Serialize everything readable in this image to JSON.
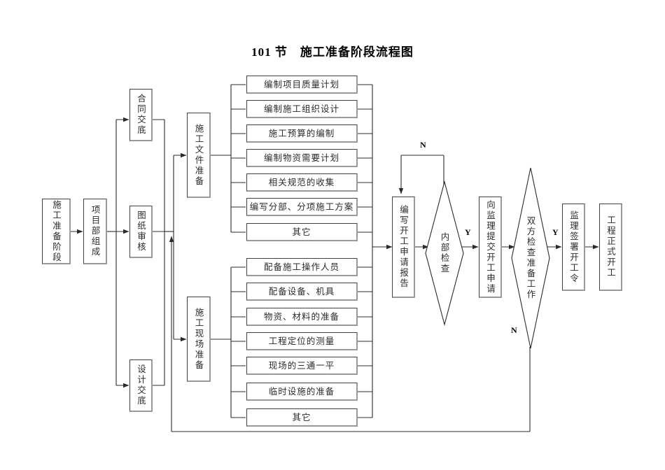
{
  "title": "101 节　施工准备阶段流程图",
  "nodes": {
    "start": "施工准备阶段",
    "team": "项目部组成",
    "contract": "合同交底",
    "drawing": "图纸审核",
    "design": "设计交底",
    "docprep": "施工文件准备",
    "siteprep": "施工现场准备",
    "apply": "编写开工申请报告",
    "internal_check": "内部检查",
    "submit": "向监理提交开工申请",
    "both_check": "双方检查准备工作",
    "sign": "监理签署开工令",
    "start_work": "工程正式开工"
  },
  "doc_items": [
    "编制项目质量计划",
    "编制施工组织设计",
    "施工预算的编制",
    "编制物资需要计划",
    "相关规范的收集",
    "编写分部、分项施工方案",
    "其它"
  ],
  "site_items": [
    "配备施工操作人员",
    "配备设备、机具",
    "物资、材料的准备",
    "工程定位的测量",
    "现场的三通一平",
    "临时设施的准备",
    "其它"
  ],
  "edge_labels": {
    "n_internal": "N",
    "y_internal": "Y",
    "y_both": "Y",
    "n_both": "N"
  },
  "colors": {
    "line": "#2b2b2b",
    "box_shadow": "#9a9a9a",
    "box_border": "#404040",
    "text": "#2b2b2b",
    "background": "#ffffff"
  }
}
